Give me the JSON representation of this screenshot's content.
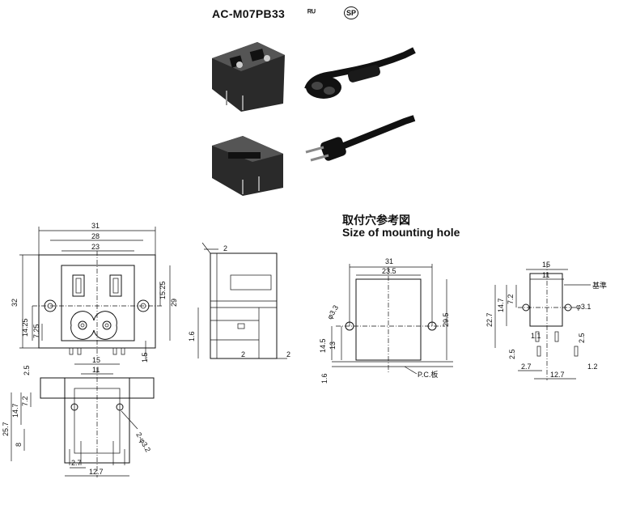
{
  "header": {
    "model": "AC-M07PB33",
    "ul_mark": "ᴿᵁ",
    "csa_mark": "SP"
  },
  "mounting": {
    "title_jp": "取付穴参考図",
    "title_en": "Size of mounting hole"
  },
  "front_view": {
    "dims": {
      "w31": "31",
      "w28": "28",
      "w23": "23",
      "h32": "32",
      "h15_25": "15.25",
      "h29": "29",
      "h14_25": "14.25",
      "h7_25": "7.25",
      "h1_5": "1.5"
    }
  },
  "side_view": {
    "dims": {
      "t2": "2",
      "h1_6": "1.6",
      "b2a": "2",
      "b2b": "2"
    }
  },
  "bottom_view": {
    "dims": {
      "h2_5": "2.5",
      "w15": "15",
      "w11": "11",
      "h25_7": "25.7",
      "h14_7": "14.7",
      "h7_2": "7.2",
      "h8": "8",
      "w2_7": "2.7",
      "w12_7": "12.7",
      "holes": "2-φ3.2"
    }
  },
  "mounting_hole": {
    "dims": {
      "w31": "31",
      "w23_5": "23.5",
      "h29_5": "29.5",
      "hole_d": "φ3.3",
      "h14_5": "14.5",
      "h13": "13",
      "h1_6": "1.6",
      "pc": "P.C.板",
      "rw15": "15",
      "rw11": "11",
      "ref": "基準",
      "rh22_7": "22.7",
      "rh14_7": "14.7",
      "rh7_2": "7.2",
      "rhole": "φ3.1",
      "r1_1": "1.1",
      "r2_5": "2.5",
      "r2_5b": "2.5",
      "r2_7": "2.7",
      "r12_7": "12.7",
      "r1_2": "1.2"
    }
  }
}
